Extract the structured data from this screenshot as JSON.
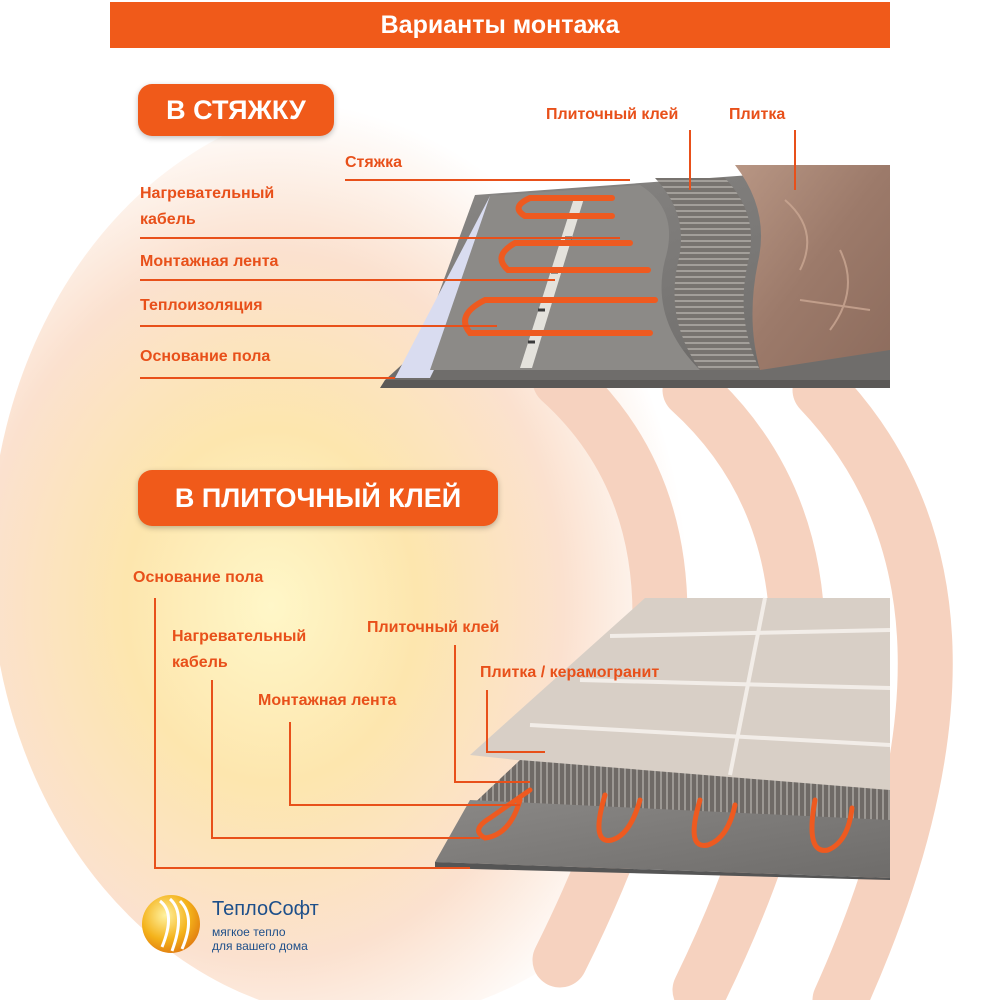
{
  "header": {
    "title": "Варианты монтажа"
  },
  "section1": {
    "title": "В СТЯЖКУ",
    "labels": {
      "tile_adhesive": "Плиточный клей",
      "tile": "Плитка",
      "screed": "Стяжка",
      "heating_cable_1": "Нагревательный",
      "heating_cable_2": "кабель",
      "mounting_tape": "Монтажная лента",
      "insulation": "Теплоизоляция",
      "floor_base": "Основание пола"
    }
  },
  "section2": {
    "title": "В ПЛИТОЧНЫЙ КЛЕЙ",
    "labels": {
      "floor_base": "Основание пола",
      "heating_cable_1": "Нагревательный",
      "heating_cable_2": "кабель",
      "tile_adhesive": "Плиточный клей",
      "tile": "Плитка / керамогранит",
      "mounting_tape": "Монтажная лента"
    }
  },
  "brand": {
    "name": "ТеплоСофт",
    "tagline_1": "мягкое тепло",
    "tagline_2": "для вашего дома"
  },
  "colors": {
    "accent": "#f05a1a",
    "label": "#e8501a",
    "brand": "#1d4f8a"
  }
}
